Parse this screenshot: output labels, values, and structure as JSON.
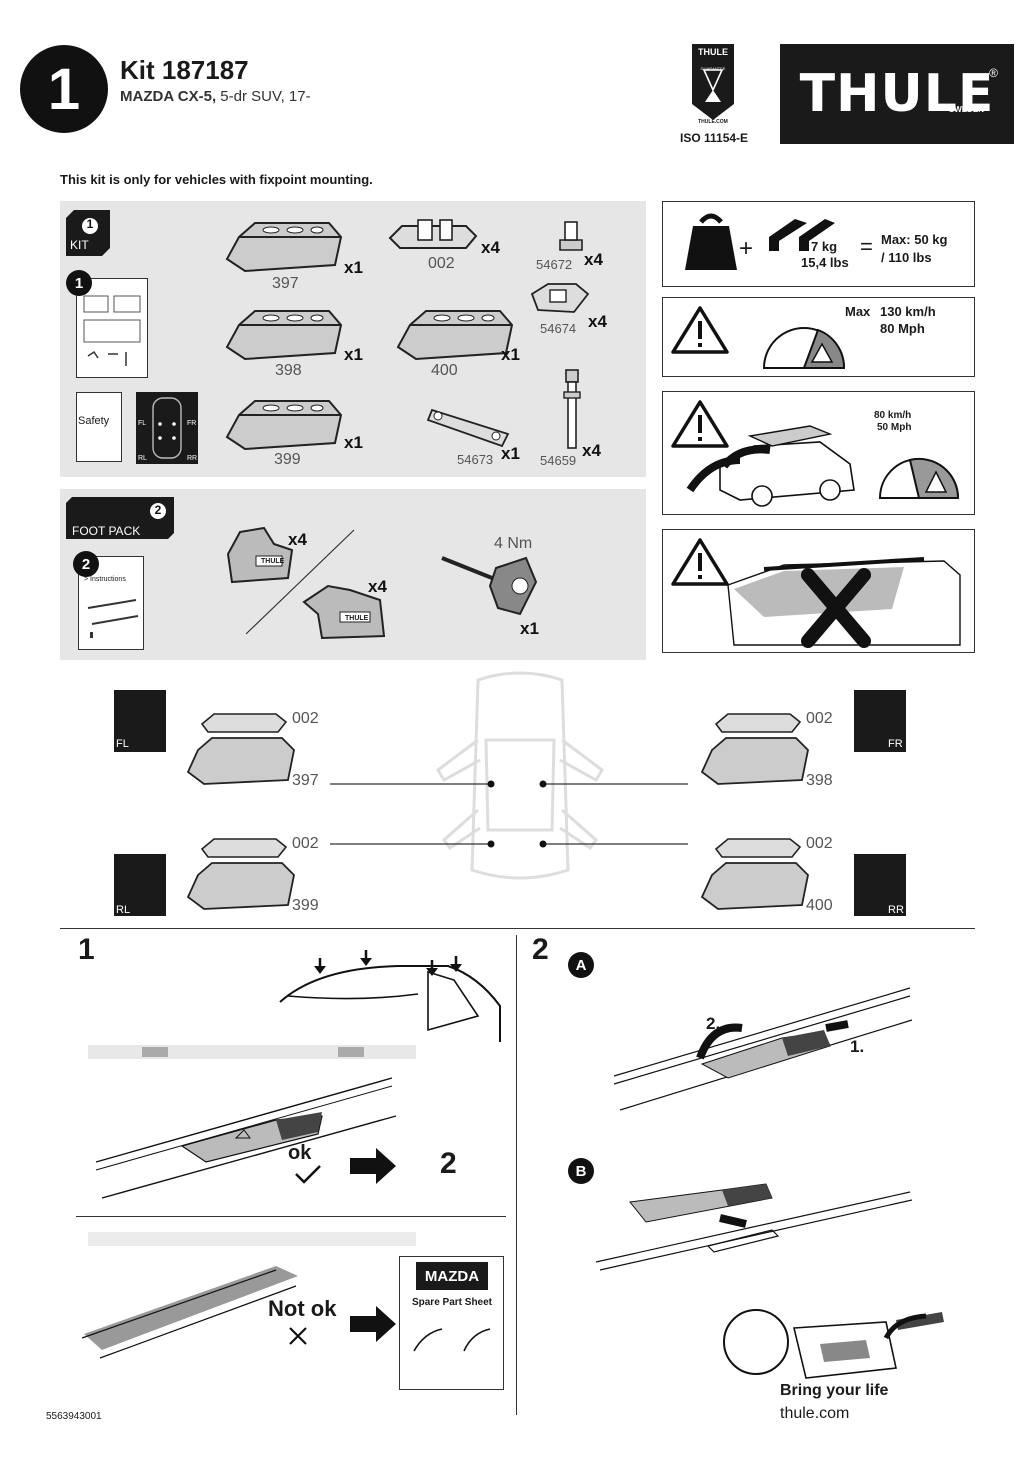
{
  "header": {
    "step_number": "1",
    "kit_title": "Kit 187187",
    "vehicle_model": "MAZDA CX-5,",
    "vehicle_detail": " 5-dr SUV, 17-",
    "guarantee_brand": "THULE",
    "guarantee_label": "GUARANTEE",
    "guarantee_url": "THULE.COM",
    "iso": "ISO 11154-E",
    "logo_word": "THULE",
    "logo_sub": "SWEDEN",
    "logo_reg": "®"
  },
  "note": "This kit is only for vehicles with fixpoint mounting.",
  "kit_panel": {
    "badge_num": "1",
    "badge_label": "KIT",
    "doc_num": "1",
    "safety_label": "Safety",
    "corner_labels": [
      "FL",
      "FR",
      "RL",
      "RR"
    ],
    "parts": [
      {
        "code": "397",
        "qty": "x1"
      },
      {
        "code": "002",
        "qty": "x4"
      },
      {
        "code": "54672",
        "qty": "x4"
      },
      {
        "code": "398",
        "qty": "x1"
      },
      {
        "code": "400",
        "qty": "x1"
      },
      {
        "code": "54674",
        "qty": "x4"
      },
      {
        "code": "399",
        "qty": "x1"
      },
      {
        "code": "54673",
        "qty": "x1"
      },
      {
        "code": "54659",
        "qty": "x4"
      }
    ]
  },
  "foot_panel": {
    "badge_num": "2",
    "badge_label": "FOOT PACK",
    "doc_num": "2",
    "doc_label": "> Instructions",
    "foot_qty_1": "x4",
    "foot_qty_2": "x4",
    "foot_brand": "THULE",
    "torque": "4 Nm",
    "tool_qty": "x1"
  },
  "load_box": {
    "weight_text_1": "7 kg",
    "weight_text_2": "15,4 lbs",
    "equals": "=",
    "plus": "+",
    "max_1": "Max: 50 kg",
    "max_2": "/ 110 lbs"
  },
  "speed_box": {
    "max_label": "Max",
    "speed_1": "130 km/h",
    "speed_2": "80 Mph"
  },
  "speed_box_2": {
    "speed_1": "80 km/h",
    "speed_2": "50 Mph"
  },
  "positions": {
    "fl": {
      "corner": "FL",
      "top": "002",
      "bottom": "397"
    },
    "fr": {
      "corner": "FR",
      "top": "002",
      "bottom": "398"
    },
    "rl": {
      "corner": "RL",
      "top": "002",
      "bottom": "399"
    },
    "rr": {
      "corner": "RR",
      "top": "002",
      "bottom": "400"
    }
  },
  "step1": {
    "number": "1",
    "ok_label": "ok",
    "next_step": "2",
    "not_ok_label": "Not ok",
    "brand": "MAZDA",
    "spare_sheet": "Spare Part Sheet"
  },
  "step2": {
    "number": "2",
    "sub_a": "A",
    "sub_b": "B",
    "arrow_1": "1.",
    "arrow_2": "2."
  },
  "footer": {
    "doc_code": "5563943001",
    "tagline": "Bring your life",
    "url": "thule.com"
  }
}
